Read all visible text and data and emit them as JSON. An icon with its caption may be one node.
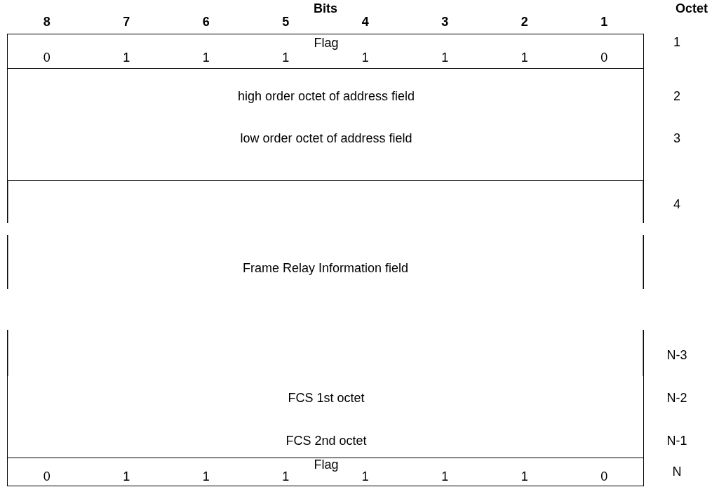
{
  "diagram": {
    "nodes": [
      {
        "text": [
          "Flag",
          "0",
          "1",
          "1",
          "1",
          "1",
          "1",
          "1",
          "0"
        ]
      },
      {
        "text": [
          "high order octet of address field",
          "low order octet of address field"
        ]
      },
      {
        "text": [
          "Frame Relay Information field"
        ]
      },
      {
        "text": [
          "FCS 1st octet",
          "FCS 2nd octet"
        ]
      },
      {
        "text": [
          "Flag",
          "0",
          "1",
          "1",
          "1",
          "1",
          "1",
          "1",
          "0"
        ]
      }
    ],
    "labels": [
      "Bits",
      "Octet",
      "8",
      "7",
      "6",
      "5",
      "4",
      "3",
      "2",
      "1",
      "1",
      "2",
      "3",
      "4",
      "N-3",
      "N-2",
      "N-1",
      "N"
    ]
  }
}
